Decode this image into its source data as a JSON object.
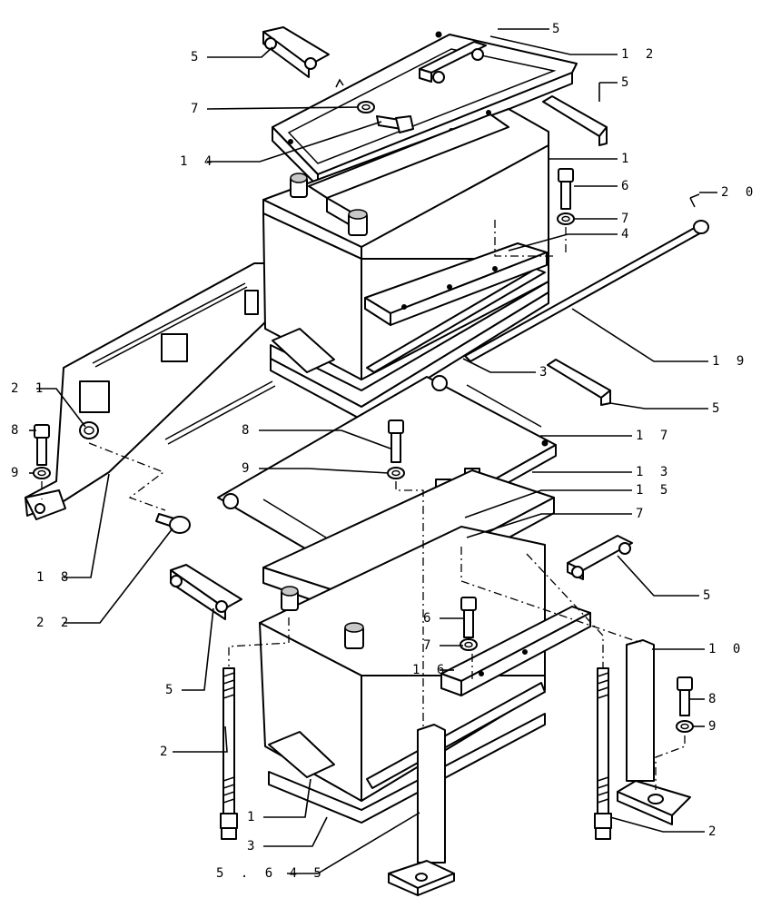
{
  "diagram": {
    "labels": {
      "l5a": "5",
      "l5b": "5",
      "l12": "1 2",
      "l5c": "5",
      "l7a": "7",
      "l14": "1 4",
      "l1a": "1",
      "l6a": "6",
      "l20": "2 0",
      "l7b": "7",
      "l4": "4",
      "l19": "1 9",
      "l3a": "3",
      "l5d": "5",
      "l21": "2 1",
      "l8a": "8",
      "l8b": "8",
      "l17": "1 7",
      "l9a": "9",
      "l9b": "9",
      "l13": "1 3",
      "l15": "1 5",
      "l7c": "7",
      "l18": "1 8",
      "l22": "2 2",
      "l5e": "5",
      "l6b": "6",
      "l7d": "7",
      "l10": "1 0",
      "l5f": "5",
      "l16": "1 6",
      "l8c": "8",
      "l9c": "9",
      "l2a": "2",
      "l1b": "1",
      "l3b": "3",
      "l5645": "5 . 6 4 5",
      "l2b": "2"
    }
  }
}
